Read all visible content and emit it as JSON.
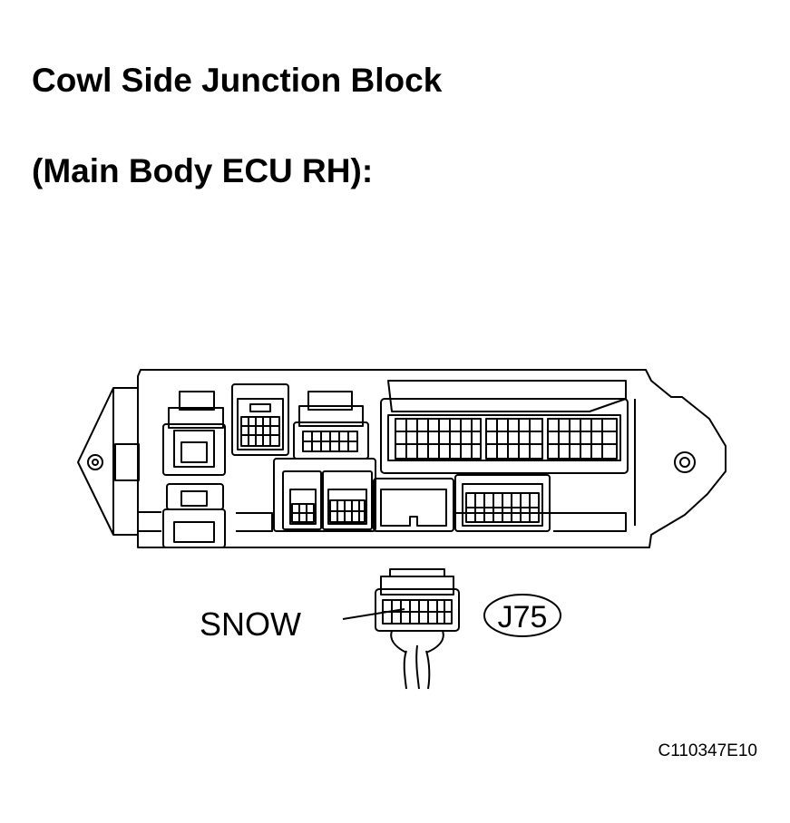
{
  "title_line1": "Cowl Side Junction Block",
  "title_line2": "(Main Body ECU RH):",
  "connector_label": "SNOW",
  "connector_code": "J75",
  "figure_code": "C110347E10"
}
